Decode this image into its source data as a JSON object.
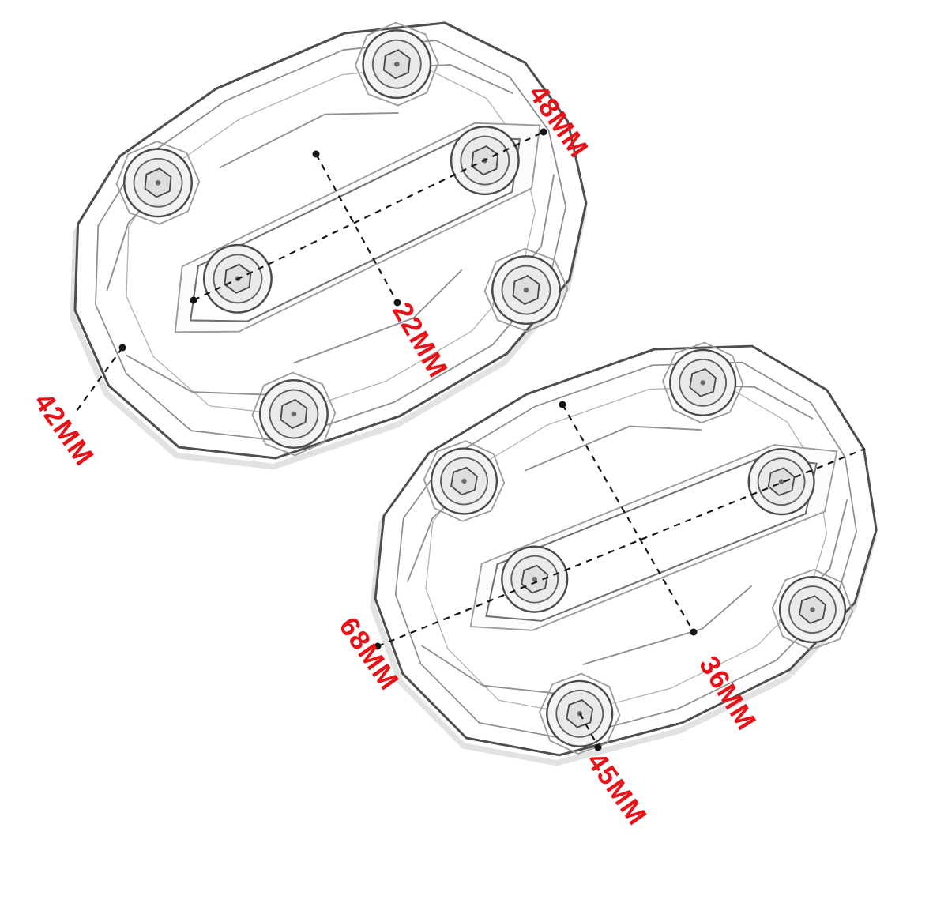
{
  "diagram": {
    "accent_color": "#e71218",
    "line_color": "#161616",
    "part_stroke_color": "#4e4e4e",
    "dimension_labels": {
      "top_length": "48MM",
      "top_cross": "22MM",
      "top_side": "42MM",
      "bottom_length": "68MM",
      "bottom_cross": "36MM",
      "bottom_side": "45MM"
    },
    "parts": [
      {
        "label": "clamp-pad-top-left",
        "bolts": 6
      },
      {
        "label": "clamp-pad-bottom-right",
        "bolts": 6
      }
    ]
  }
}
